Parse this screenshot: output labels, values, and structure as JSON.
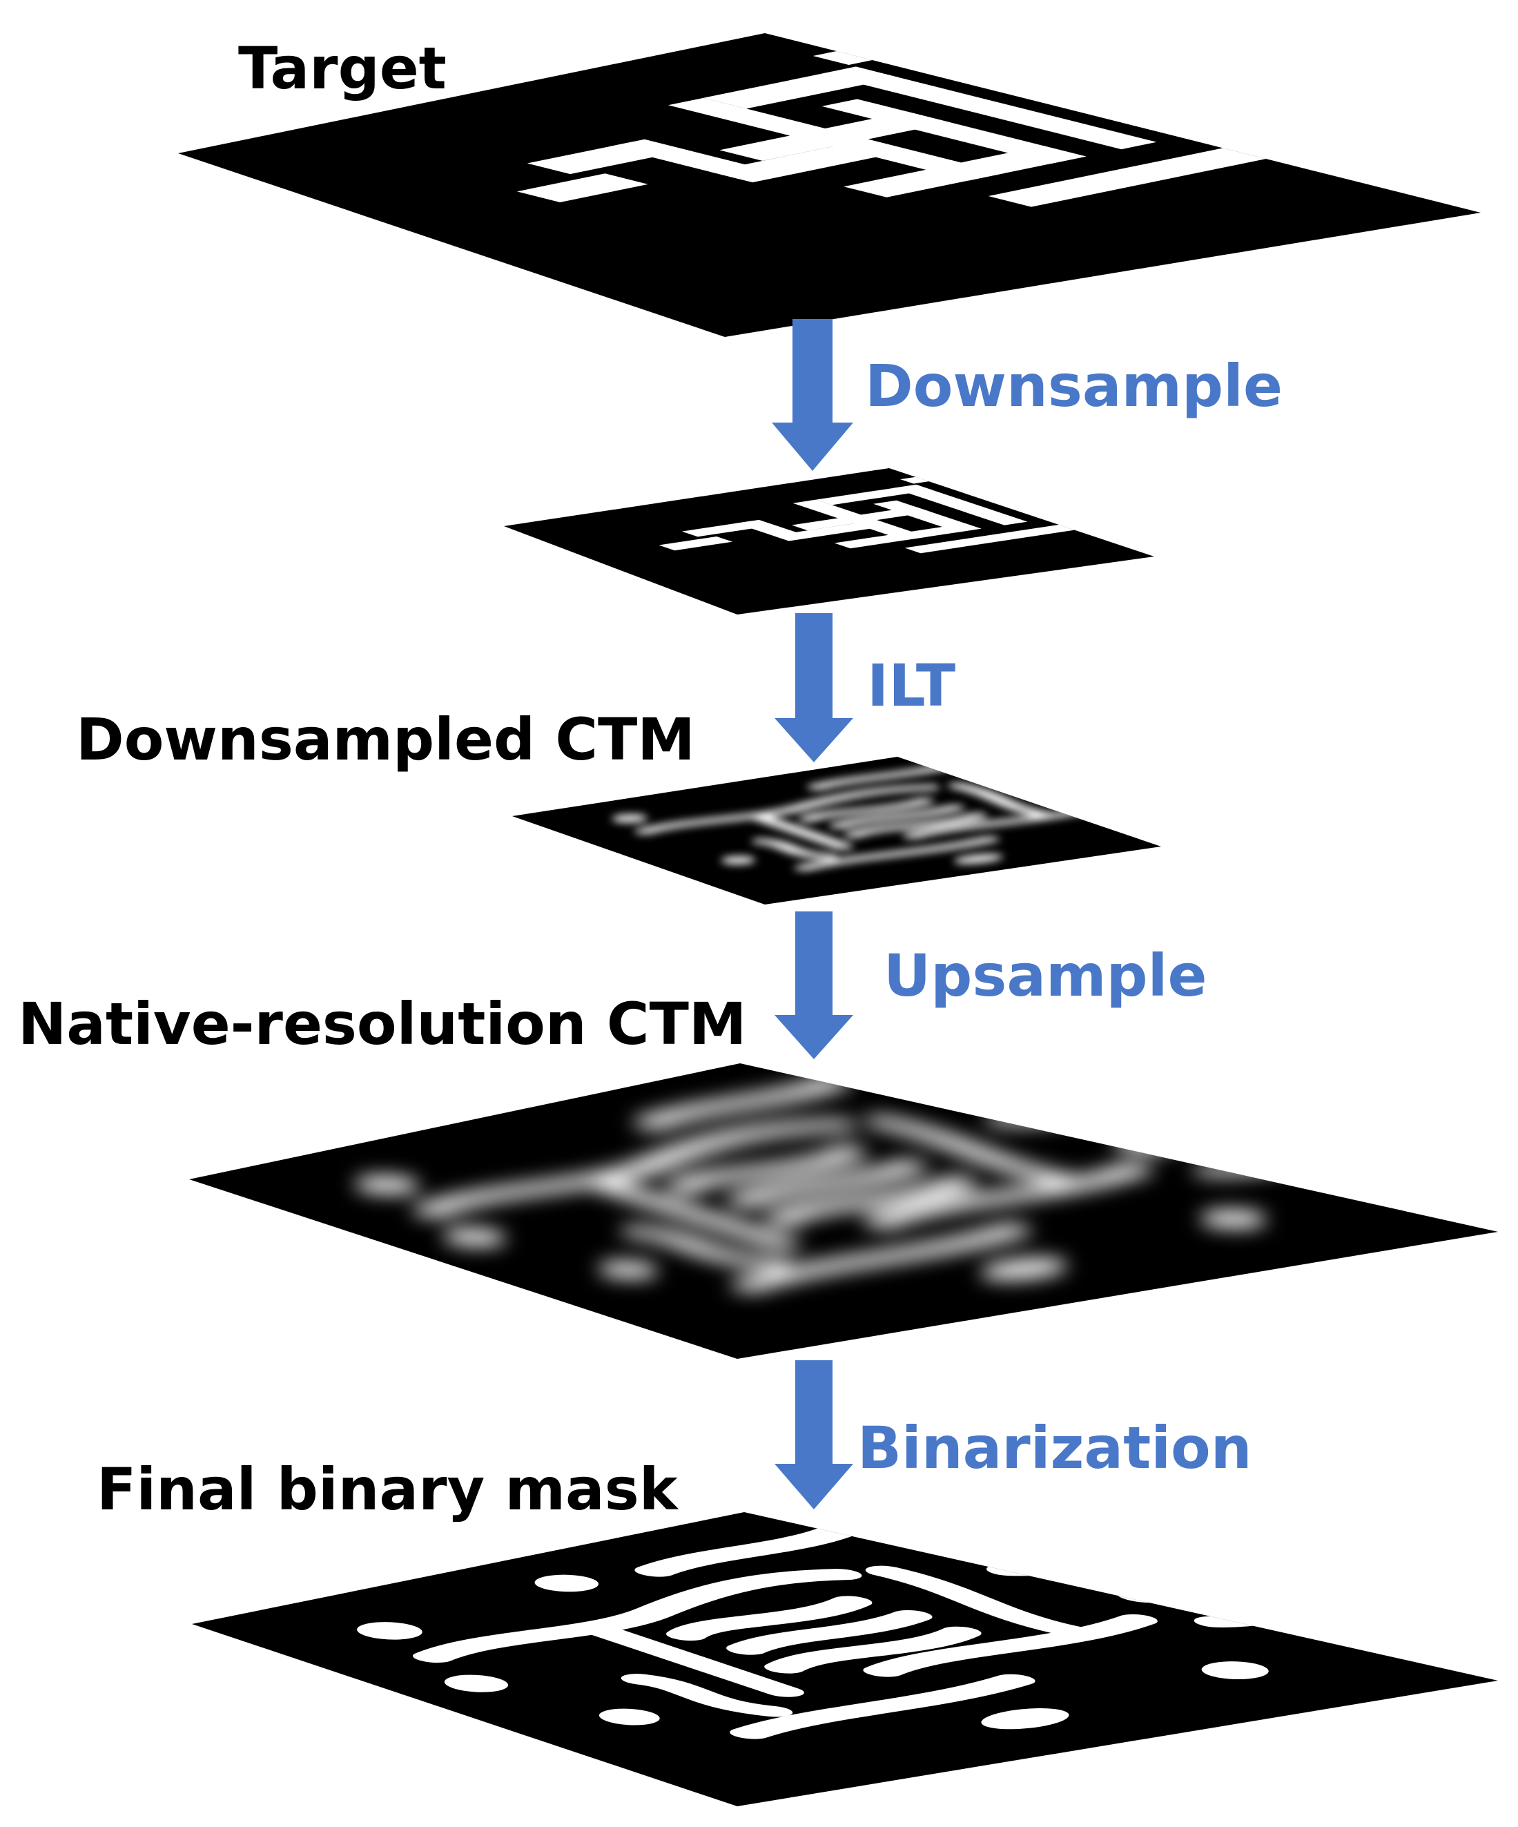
{
  "colors": {
    "layer": "#000000",
    "feature": "#ffffff",
    "arrow": "#4a78c8",
    "step_text": "#4a78c8",
    "layer_text": "#000000"
  },
  "layers": [
    {
      "id": "target",
      "label": "Target",
      "style": "sharp"
    },
    {
      "id": "downsampled-target",
      "label": "",
      "style": "sharp"
    },
    {
      "id": "downsampled-ctm",
      "label": "Downsampled CTM",
      "style": "soft"
    },
    {
      "id": "native-ctm",
      "label": "Native-resolution CTM",
      "style": "blurred"
    },
    {
      "id": "final-mask",
      "label": "Final binary mask",
      "style": "binary"
    }
  ],
  "steps": [
    {
      "label": "Downsample"
    },
    {
      "label": "ILT"
    },
    {
      "label": "Upsample"
    },
    {
      "label": "Binarization"
    }
  ]
}
